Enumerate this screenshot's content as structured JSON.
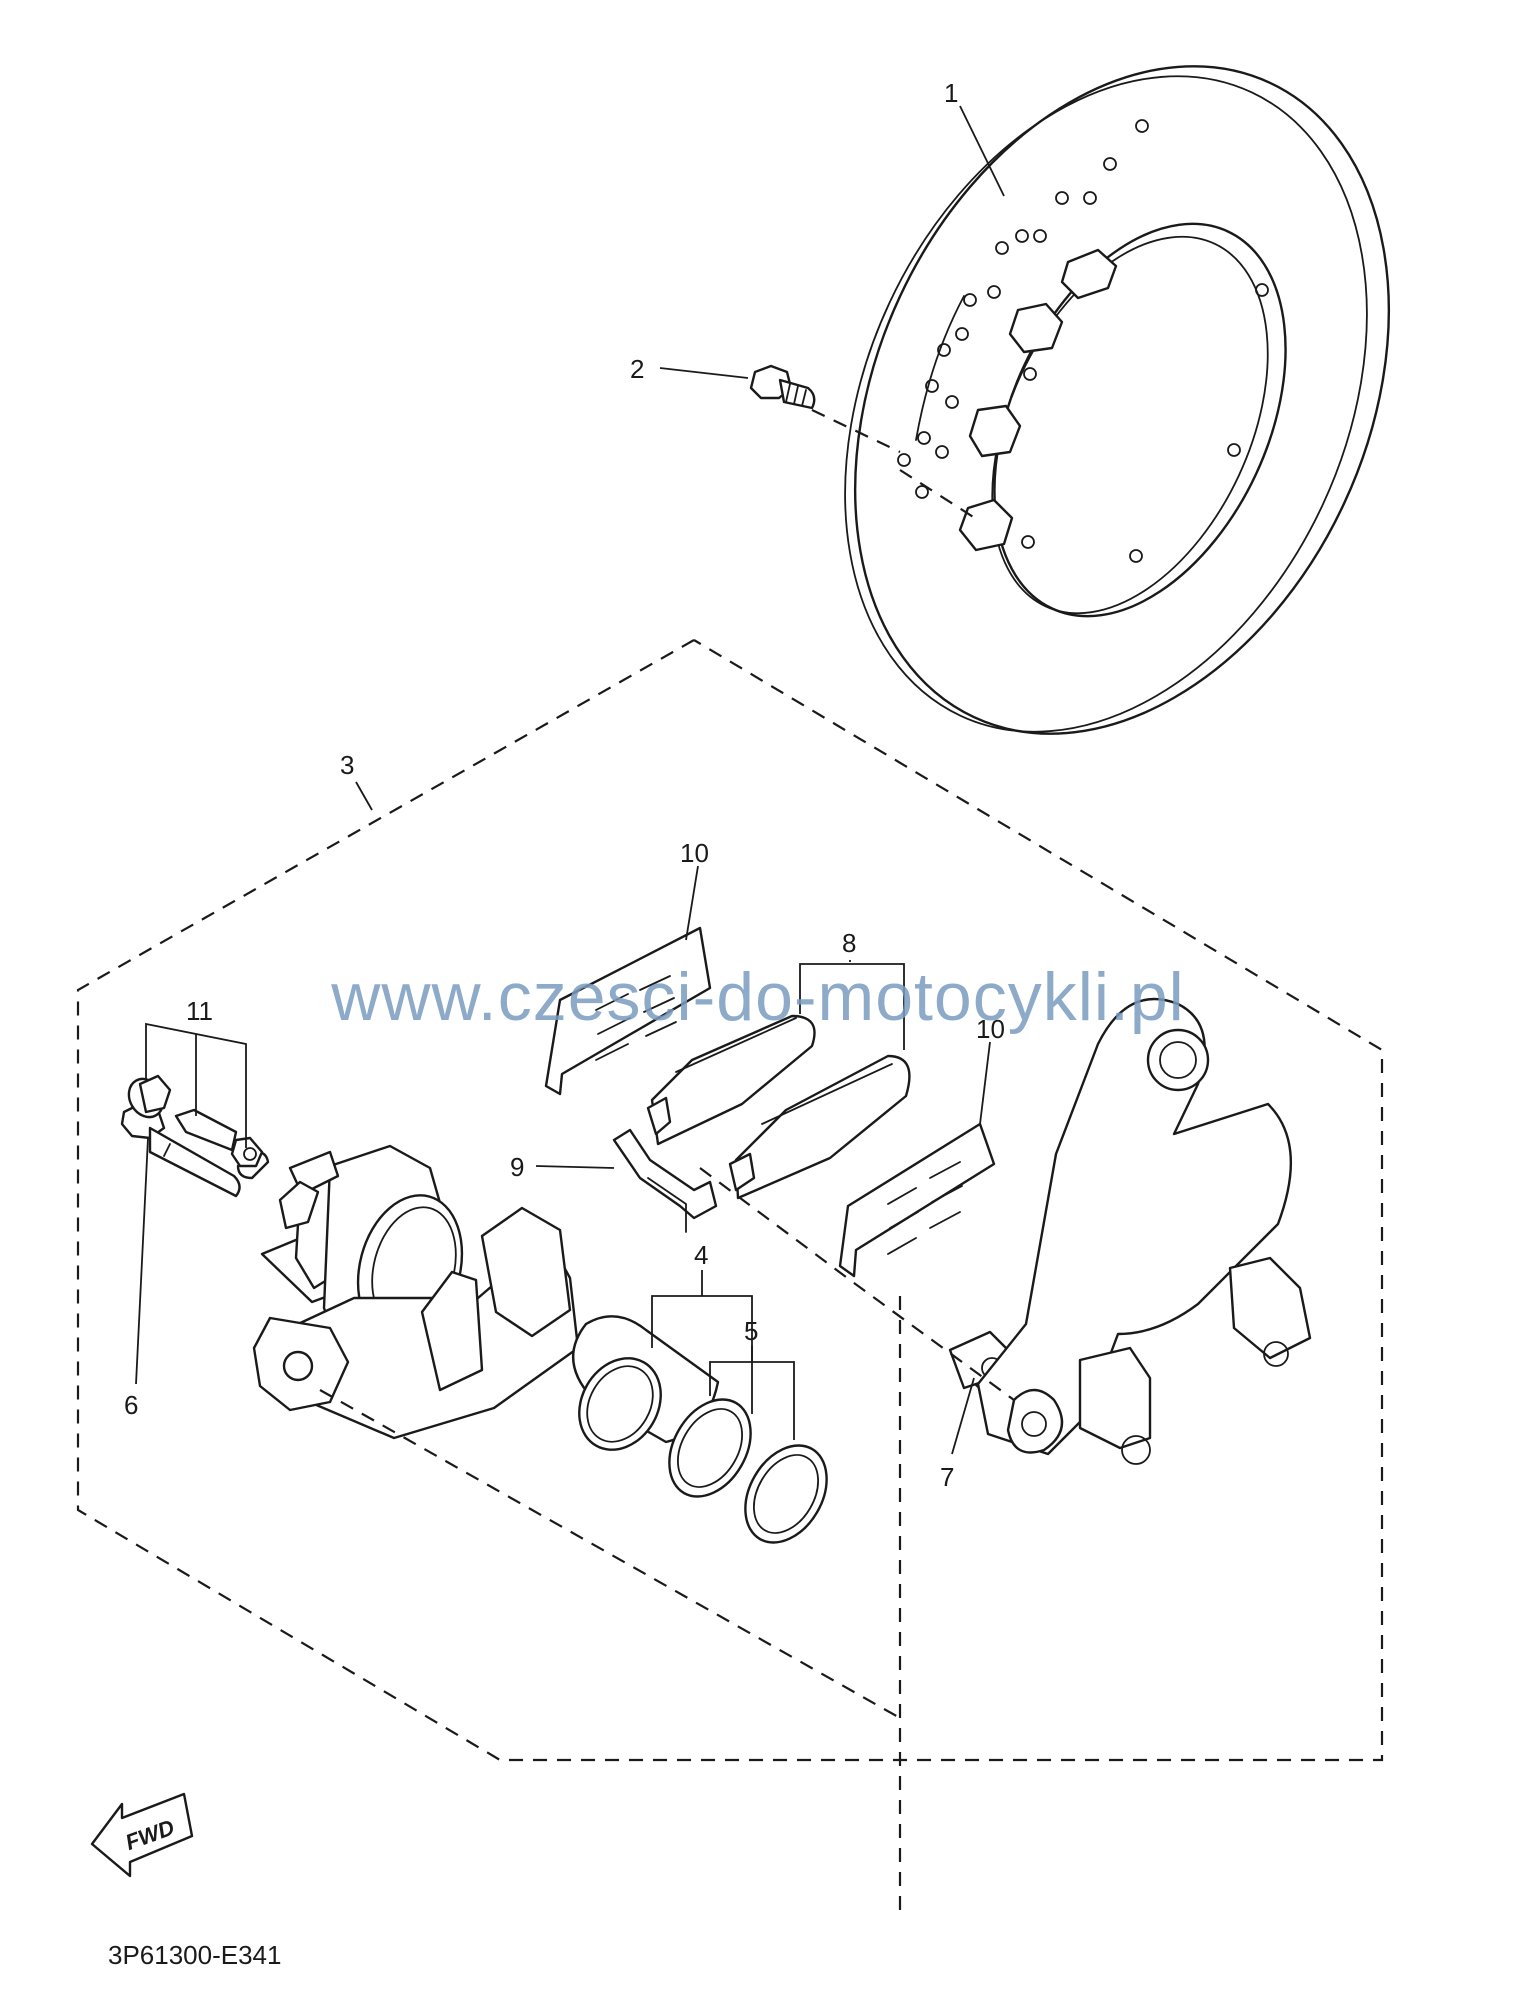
{
  "callouts": {
    "c1": "1",
    "c2": "2",
    "c3": "3",
    "c4": "4",
    "c5": "5",
    "c6": "6",
    "c7": "7",
    "c8": "8",
    "c9": "9",
    "c10a": "10",
    "c10b": "10",
    "c11": "11"
  },
  "fwd_label": "FWD",
  "watermark": "www.czesci-do-motocykli.pl",
  "diagram_code": "3P61300-E341"
}
